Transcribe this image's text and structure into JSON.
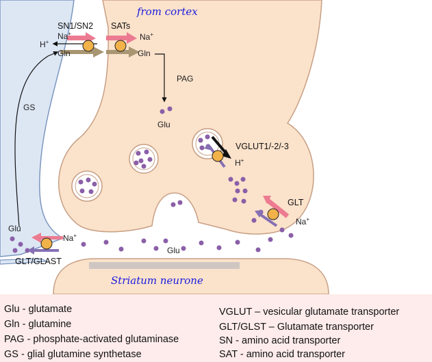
{
  "labels": {
    "from_cortex": "from cortex",
    "sn1_sn2": "SN1/SN2",
    "sats": "SATs",
    "na_left": "Na",
    "na_sats": "Na",
    "h_left": "H",
    "gln_left": "Gln",
    "gln_sats": "Gln",
    "pag": "PAG",
    "glu_pag": "Glu",
    "gs": "GS",
    "vglut": "VGLUT1/-2/-3",
    "h_vglut": "H",
    "glt": "GLT",
    "na_glt": "Na",
    "glu_glia": "Glu",
    "na_glast": "Na",
    "glt_glast": "GLT/GLAST",
    "glu_cleft": "Glu",
    "striatum": "Striatum neurone",
    "plus": "+"
  },
  "legend": {
    "glu": "Glu - glutamate",
    "gln": "Gln - glutamine",
    "pag": "PAG - phosphate-activated glutaminase",
    "gs": "GS - glial glutamine synthetase",
    "vglut": "VGLUT – vesicular glutamate transporter",
    "glt": "GLT/GLST – Glutamate transporter",
    "sn": "SN - amino acid transporter",
    "sat": "SAT - amino acid transporter"
  },
  "colors": {
    "terminal_fill": "#fbe2cb",
    "terminal_stroke": "#c79f84",
    "glia_fill": "#dde7f4",
    "glia_stroke": "#7c96bf",
    "glutamate_dot": "#8a5fa8",
    "transporter": "#f2b24a",
    "sodium_arrow": "#ec7b91",
    "glutamine_arrow": "#a89672",
    "glu_arrow": "#8670b4",
    "legend_bg": "#fdeceb",
    "handwriting": "#1a1adf"
  }
}
